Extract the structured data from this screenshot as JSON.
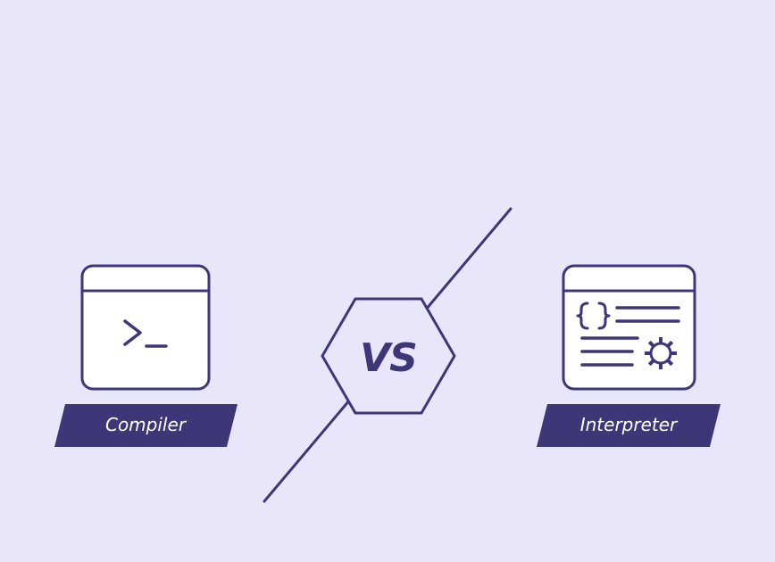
{
  "colors": {
    "background": "#e9e6fb",
    "accent": "#3d3778",
    "card_fill": "#ffffff",
    "label_text": "#ffffff"
  },
  "left": {
    "label": "Compiler",
    "icon": "terminal-window-icon"
  },
  "right": {
    "label": "Interpreter",
    "icon": "code-settings-window-icon"
  },
  "center": {
    "label": "VS",
    "icon": "hexagon-badge"
  }
}
